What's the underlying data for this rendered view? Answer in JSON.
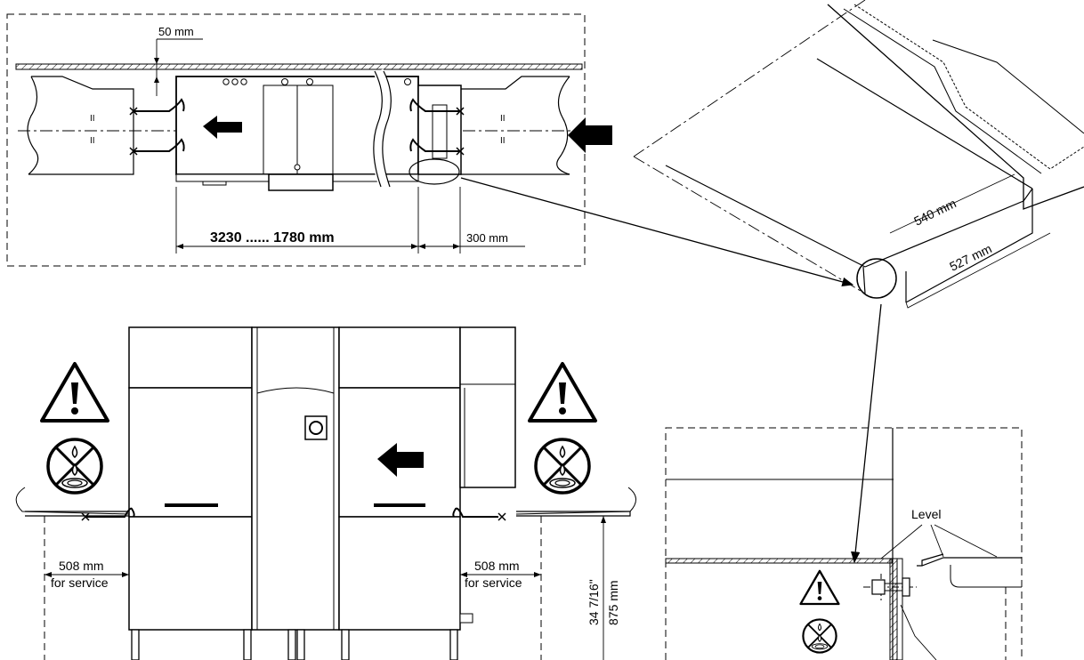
{
  "top_view": {
    "clearance_label": "50 mm",
    "length_label": "3230 ...... 1780 mm",
    "gap_label": "300 mm"
  },
  "iso_view": {
    "width_label": "540 mm",
    "depth_label": "527 mm"
  },
  "front_view": {
    "left_service_label": "508 mm",
    "left_service_sub": "for service",
    "right_service_label": "508 mm",
    "right_service_sub": "for service",
    "height_inch_label": "34 7/16\"",
    "height_mm_label": "875 mm"
  },
  "detail_view": {
    "level_label": "Level"
  },
  "colors": {
    "line": "#000000",
    "background": "#ffffff"
  },
  "icons": [
    "warning-triangle-icon",
    "no-water-icon",
    "flow-arrow-icon",
    "mounting-bracket-icon",
    "bolt-icon"
  ]
}
